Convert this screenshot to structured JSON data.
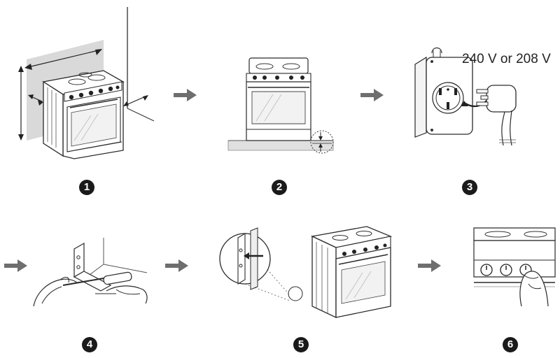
{
  "steps": [
    {
      "number": "1"
    },
    {
      "number": "2"
    },
    {
      "number": "3"
    },
    {
      "number": "4"
    },
    {
      "number": "5"
    },
    {
      "number": "6"
    }
  ],
  "power_label": "240 V or 208 V",
  "colors": {
    "line": "#2a2a2a",
    "arrow": "#6e6e6e",
    "badge": "#1a1a1a",
    "shade": "#cfcfcf"
  },
  "icons": [
    "range-icon",
    "level-icon",
    "outlet-icon",
    "plug-icon",
    "bracket-icon",
    "knob-icon",
    "arrow-right-icon"
  ]
}
